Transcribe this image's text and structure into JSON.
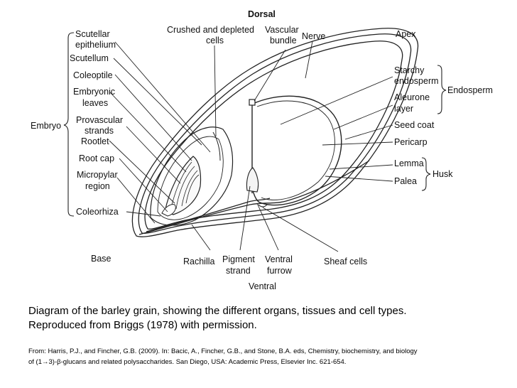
{
  "diagram": {
    "orientation": {
      "top": "Dorsal",
      "bottom": "Ventral",
      "left_base": "Base",
      "right_apex": "Apex"
    },
    "labels": {
      "scutellar_epithelium": [
        "Scutellar",
        "epithelium"
      ],
      "scutellum": "Scutellum",
      "coleoptile": "Coleoptile",
      "embryonic_leaves": [
        "Embryonic",
        "leaves"
      ],
      "provascular_strands": [
        "Provascular",
        "strands"
      ],
      "rootlet": "Rootlet",
      "root_cap": "Root cap",
      "micropylar_region": [
        "Micropylar",
        "region"
      ],
      "coleorhiza": "Coleorhiza",
      "crushed_cells": [
        "Crushed and depleted",
        "cells"
      ],
      "vascular_bundle": [
        "Vascular",
        "bundle"
      ],
      "nerve": "Nerve",
      "starchy_endosperm": [
        "Starchy",
        "endosperm"
      ],
      "aleurone_layer": [
        "Aleurone",
        "layer"
      ],
      "seed_coat": "Seed coat",
      "pericarp": "Pericarp",
      "lemma": "Lemma",
      "palea": "Palea",
      "rachilla": "Rachilla",
      "pigment_strand": [
        "Pigment",
        "strand"
      ],
      "ventral_furrow": [
        "Ventral",
        "furrow"
      ],
      "sheaf_cells": "Sheaf cells"
    },
    "groups": {
      "embryo": "Embryo",
      "endosperm": "Endosperm",
      "husk": "Husk"
    }
  },
  "caption": {
    "line1": "Diagram of the barley grain, showing the different organs, tissues and cell types.",
    "line2": "Reproduced from Briggs (1978) with permission.",
    "source1": "From: Harris, P.J., and Fincher, G.B. (2009). In: Bacic, A., Fincher, G.B., and Stone, B.A. eds, Chemistry, biochemistry, and biology",
    "source2": "of (1→3)-β-glucans and related polysaccharides. San Diego, USA: Academic Press, Elsevier Inc. 621-654."
  }
}
